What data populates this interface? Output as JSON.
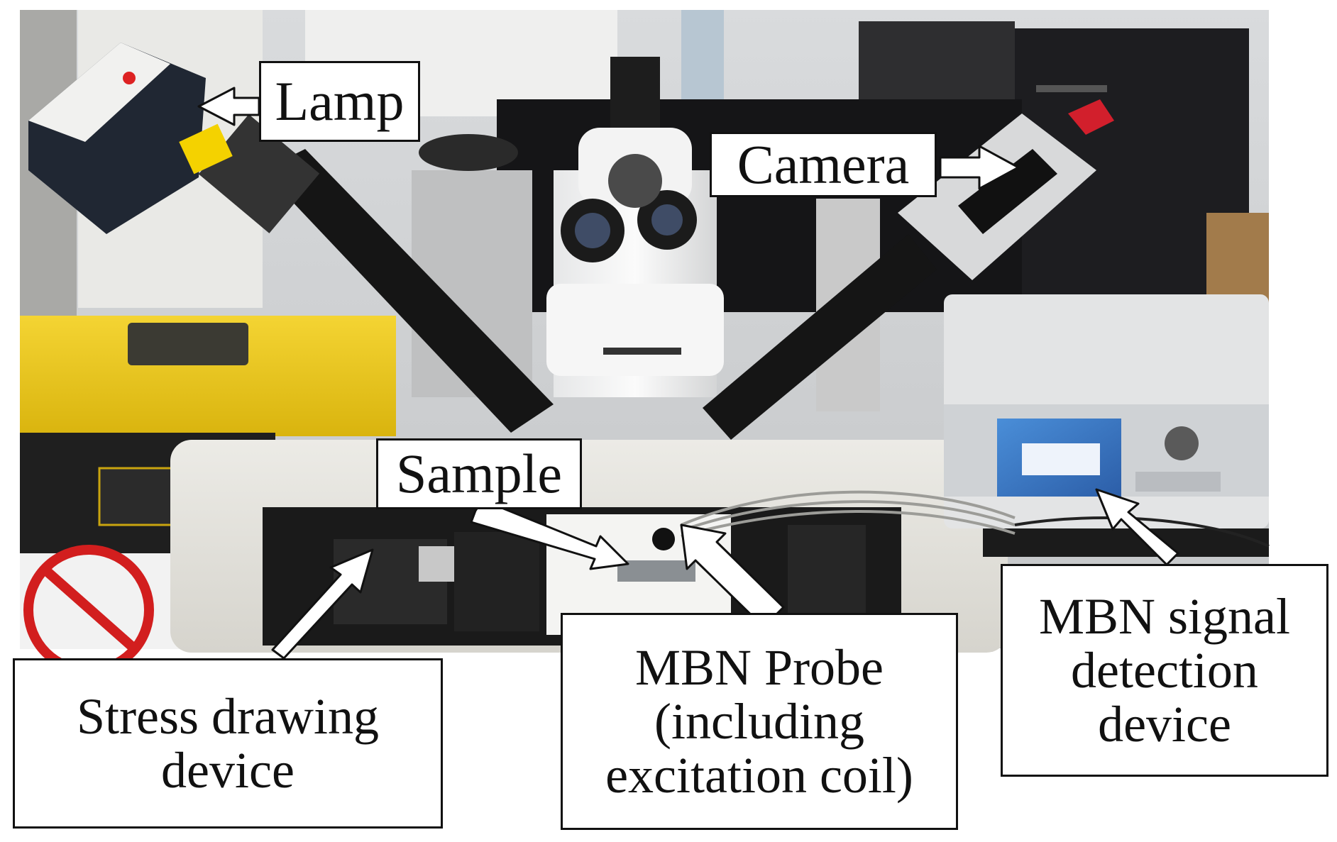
{
  "figure": {
    "description": "Photograph of MBN experimental setup with annotated components",
    "labels": {
      "lamp": "Lamp",
      "camera": "Camera",
      "sample": "Sample",
      "stress_device": "Stress drawing\ndevice",
      "mbn_probe": "MBN Probe\n(including\nexcitation coil)",
      "mbn_detector": "MBN signal\ndetection\ndevice"
    }
  }
}
